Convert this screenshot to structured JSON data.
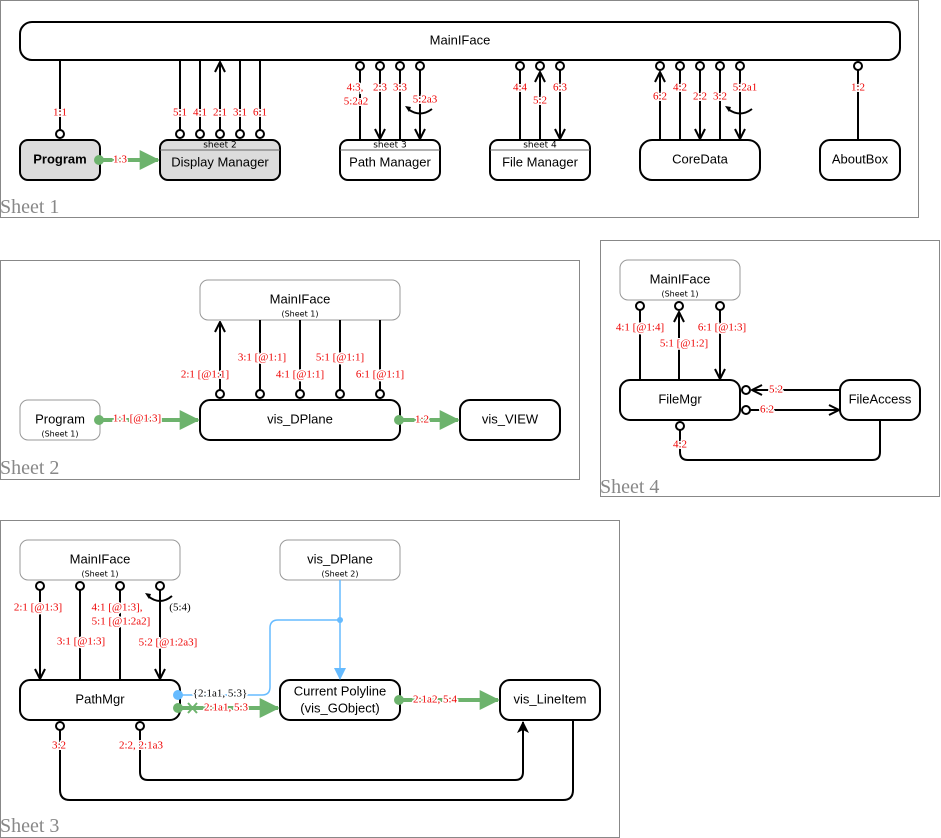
{
  "colors": {
    "edge_label": "#ee0000",
    "data_flow": "#6db36d",
    "reference": "#66bbff",
    "ref_node_fill": "#dcdcdc"
  },
  "sheet1": {
    "label": "Sheet 1",
    "mainiface": "MainIFace",
    "program": "Program",
    "display_manager": "Display Manager",
    "dm_header": "sheet 2",
    "path_manager": "Path Manager",
    "pm_header": "sheet 3",
    "file_manager": "File Manager",
    "fm_header": "sheet 4",
    "coredata": "CoreData",
    "aboutbox": "AboutBox",
    "labels": {
      "p_1_1": "1:1",
      "p_1_3": "1:3",
      "dm_5_1": "5:1",
      "dm_4_1": "4:1",
      "dm_2_1": "2:1",
      "dm_3_1": "3:1",
      "dm_6_1": "6:1",
      "pm_4_3a": "4:3,",
      "pm_4_3b": "5:2a2",
      "pm_2_3": "2:3",
      "pm_3_3": "3:3",
      "pm_5_2a3": "5:2a3",
      "fm_4_4": "4:4",
      "fm_5_2": "5:2",
      "fm_6_3": "6:3",
      "cd_6_2": "6:2",
      "cd_4_2": "4:2",
      "cd_2_2": "2:2",
      "cd_3_2": "3:2",
      "cd_5_2a1": "5:2a1",
      "ab_1_2": "1:2"
    }
  },
  "sheet2": {
    "label": "Sheet 2",
    "mainiface": "MainIFace",
    "mainiface_ref": "(Sheet 1)",
    "program": "Program",
    "program_ref": "(Sheet 1)",
    "vis_dplane": "vis_DPlane",
    "vis_view": "vis_VIEW",
    "labels": {
      "l2_1": "2:1 [@1:1]",
      "l3_1": "3:1 [@1:1]",
      "l4_1": "4:1 [@1:1]",
      "l5_1": "5:1 [@1:1]",
      "l6_1": "6:1 [@1:1]",
      "l1_1": "1:1 [@1:3]",
      "l1_2": "1:2"
    }
  },
  "sheet3": {
    "label": "Sheet 3",
    "mainiface": "MainIFace",
    "mainiface_ref": "(Sheet 1)",
    "vis_dplane": "vis_DPlane",
    "vis_dplane_ref": "(Sheet 2)",
    "pathmgr": "PathMgr",
    "polyline_1": "Current Polyline",
    "polyline_2": "(vis_GObject)",
    "vis_lineitem": "vis_LineItem",
    "labels": {
      "l2_1": "2:1 [@1:3]",
      "l3_1": "3:1 [@1:3]",
      "l4_1": "4:1 [@1:3],",
      "l5_1": "5:1 [@1:2a2]",
      "l5_2": "5:2 [@1:2a3]",
      "l5_4": "(5:4)",
      "ref": "{2:1a1, 5:3}",
      "g1": "2:1a1, 5:3",
      "g2": "2:1a2, 5:4",
      "l3_2": "3:2",
      "l2_2": "2:2, 2:1a3"
    }
  },
  "sheet4": {
    "label": "Sheet 4",
    "mainiface": "MainIFace",
    "mainiface_ref": "(Sheet 1)",
    "filemgr": "FileMgr",
    "fileaccess": "FileAccess",
    "labels": {
      "l4_1": "4:1 [@1:4]",
      "l5_1": "5:1 [@1:2]",
      "l6_1": "6:1 [@1:3]",
      "l5_2": "5:2",
      "l6_2": "6:2",
      "l4_2": "4:2"
    }
  }
}
